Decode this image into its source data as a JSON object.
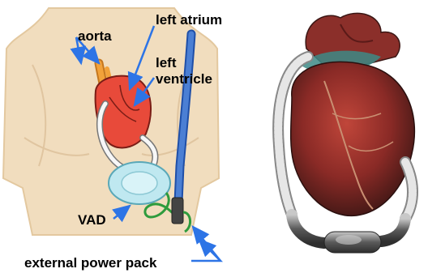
{
  "labels": {
    "aorta": "aorta",
    "left_atrium": "left atrium",
    "left_ventricle_line1": "left",
    "left_ventricle_line2": "ventricle",
    "vad": "VAD",
    "power_pack": "external power pack"
  },
  "colors": {
    "skin": "#f1ddbe",
    "skin_outline": "#e3c89f",
    "heart_red": "#e84a3a",
    "aorta_orange": "#f2a23a",
    "vad_cyan": "#bfe8f0",
    "tube_blue": "#4b7fd4",
    "cable_green": "#2e9b3d",
    "arrow_blue": "#2d74e6"
  }
}
